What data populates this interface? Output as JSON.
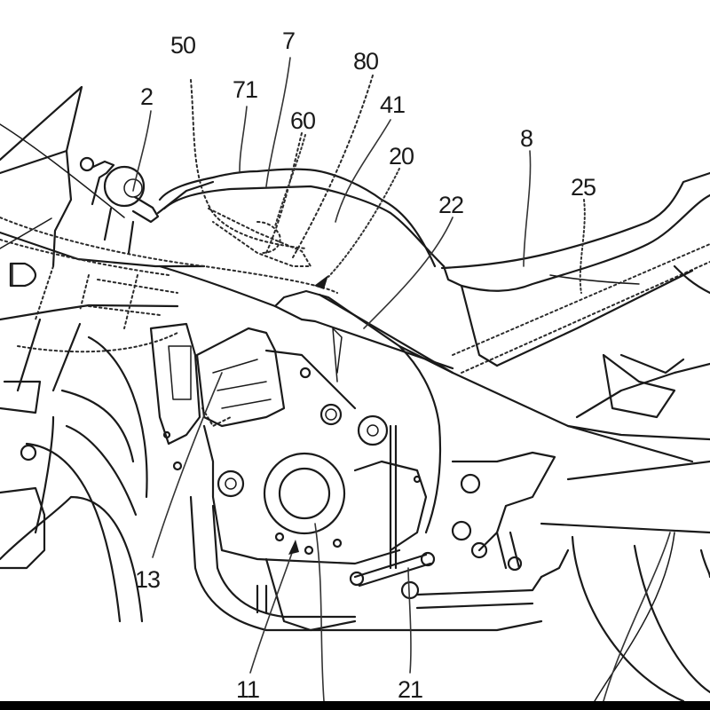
{
  "figure": {
    "subject": "Motorcycle side view patent line drawing",
    "reference_numerals": [
      {
        "id": "n50",
        "text": "50",
        "leader": "dotted"
      },
      {
        "id": "n7",
        "text": "7",
        "leader": "solid"
      },
      {
        "id": "n80",
        "text": "80",
        "leader": "dotted"
      },
      {
        "id": "n71",
        "text": "71",
        "leader": "solid"
      },
      {
        "id": "n2",
        "text": "2",
        "leader": "solid"
      },
      {
        "id": "n60",
        "text": "60",
        "leader": "dotted"
      },
      {
        "id": "n41",
        "text": "41",
        "leader": "solid"
      },
      {
        "id": "n20",
        "text": "20",
        "leader": "dotted-arrow"
      },
      {
        "id": "n22",
        "text": "22",
        "leader": "solid"
      },
      {
        "id": "n8",
        "text": "8",
        "leader": "solid"
      },
      {
        "id": "n25",
        "text": "25",
        "leader": "dotted"
      },
      {
        "id": "n13",
        "text": "13",
        "leader": "solid"
      },
      {
        "id": "n11",
        "text": "11",
        "leader": "arrow"
      },
      {
        "id": "n21",
        "text": "21",
        "leader": "solid"
      }
    ]
  }
}
